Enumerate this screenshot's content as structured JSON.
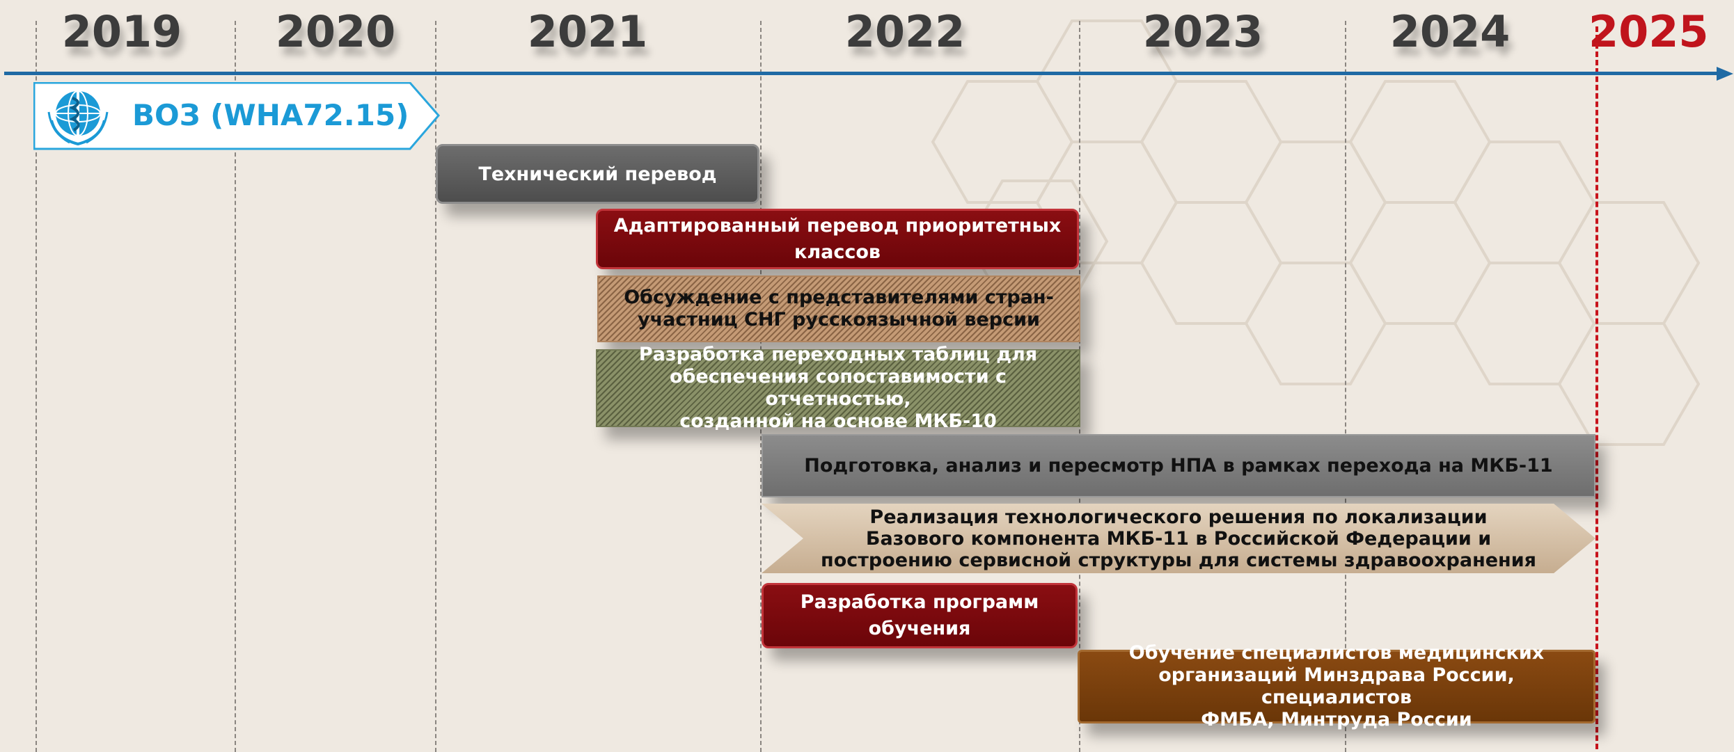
{
  "timeline": {
    "years": [
      "2019",
      "2020",
      "2021",
      "2022",
      "2023",
      "2024",
      "2025"
    ],
    "current_year": "2025",
    "axis_color": "#1f6aa4",
    "current_year_color": "#c0141c"
  },
  "who_marker": {
    "label": "ВОЗ (WHA72.15)",
    "icon": "who-emblem-icon",
    "color": "#1b9ad6"
  },
  "tasks": [
    {
      "id": "technical-translation",
      "label": "Технический перевод",
      "start": "2021",
      "end": "2022",
      "color": "#5a5a5a"
    },
    {
      "id": "adapted-translation",
      "label": "Адаптированный перевод приоритетных\nклассов",
      "start": "mid-2021",
      "end": "2023",
      "color": "#7a0a0e"
    },
    {
      "id": "cis-discussion",
      "label": "Обсуждение с представителями стран-\nучастниц СНГ русскоязычной версии",
      "start": "mid-2021",
      "end": "2023",
      "color": "#c49a75"
    },
    {
      "id": "transition-tables",
      "label": "Разработка переходных таблиц для\nобеспечения сопоставимости с отчетностью,\nсозданной на основе МКБ-10",
      "start": "mid-2021",
      "end": "2023",
      "color": "#8a9168"
    },
    {
      "id": "regulations-review",
      "label": "Подготовка, анализ и пересмотр НПА в рамках перехода на МКБ-11",
      "start": "2022",
      "end": "2025",
      "color": "#7d7d7d"
    },
    {
      "id": "localization",
      "label": "Реализация технологического решения по локализации\nБазового компонента МКБ-11 в Российской Федерации и\nпостроению сервисной структуры для системы здравоохранения",
      "start": "2022",
      "end": "2025",
      "color": "#d6c2a8"
    },
    {
      "id": "training-programs",
      "label": "Разработка программ\nобучения",
      "start": "2022",
      "end": "2023",
      "color": "#7a0a0e"
    },
    {
      "id": "specialist-training",
      "label": "Обучение специалистов медицинских\nорганизаций Минздрава России, специалистов\nФМБА, Минтруда России",
      "start": "2023",
      "end": "2025",
      "color": "#7a4010"
    }
  ]
}
